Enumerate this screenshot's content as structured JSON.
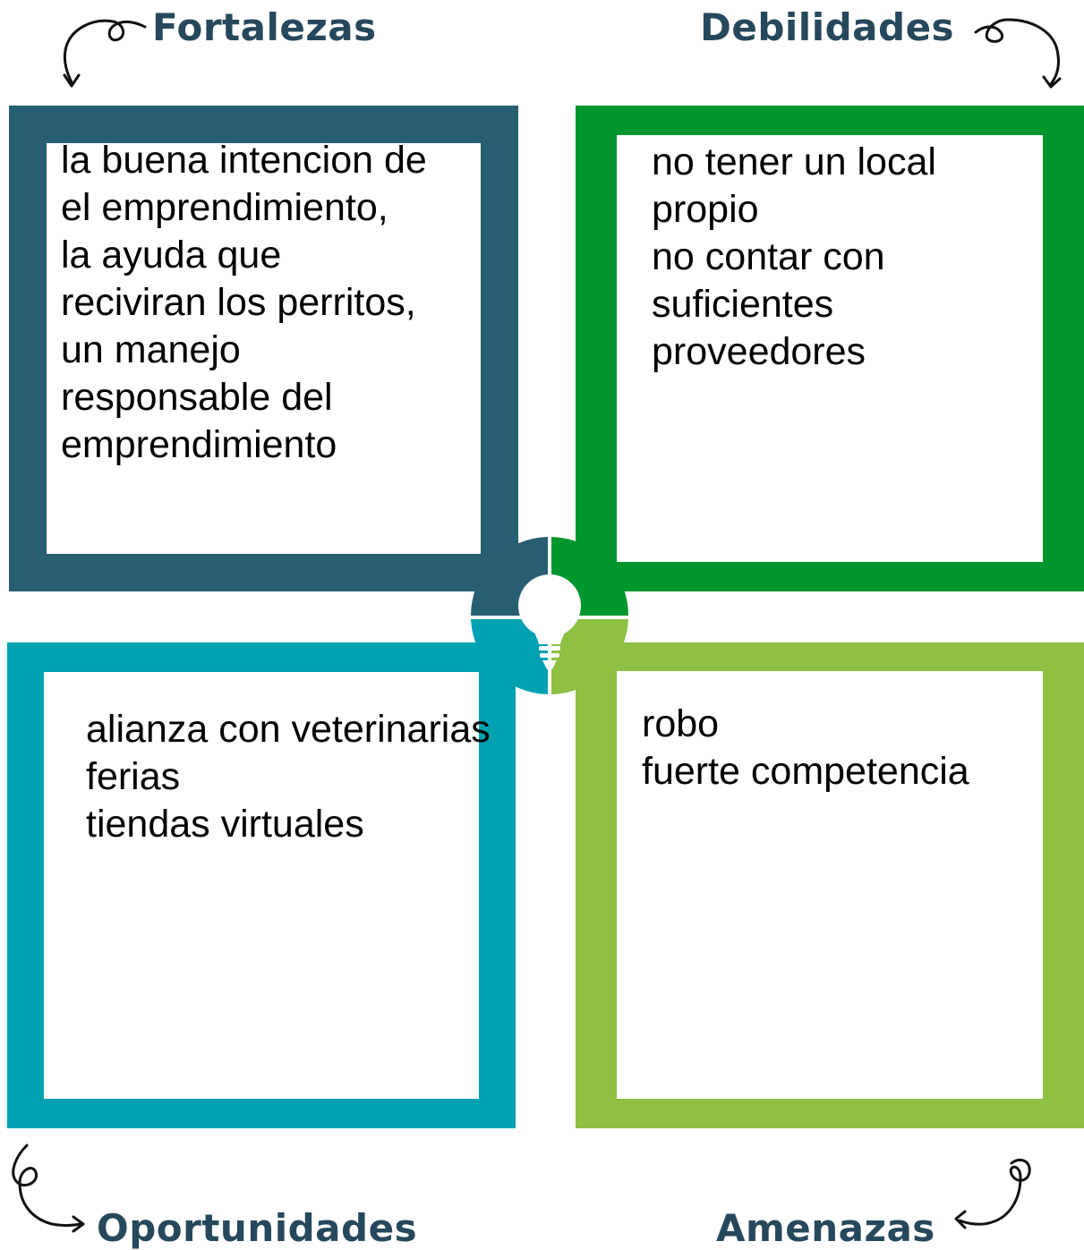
{
  "colors": {
    "fortalezas": "#285e72",
    "debilidades": "#00962e",
    "oportunidades": "#00a2b2",
    "amenazas": "#8dc043",
    "heading_text": "#26485c"
  },
  "quadrants": {
    "fortalezas": {
      "title": "Fortalezas",
      "text": "la buena intencion de\nel emprendimiento,\nla ayuda que\nreciviran los perritos,\nun manejo\nresponsable del\nemprendimiento"
    },
    "debilidades": {
      "title": "Debilidades",
      "text": "no tener un local\npropio\nno contar con\nsuficientes\nproveedores"
    },
    "oportunidades": {
      "title": "Oportunidades",
      "text": "alianza con veterinarias\nferias\ntiendas virtuales"
    },
    "amenazas": {
      "title": "Amenazas",
      "text": "robo\nfuerte competencia"
    }
  },
  "icons": {
    "center": "lightbulb-icon",
    "arrows": "curly-arrow-icon"
  }
}
